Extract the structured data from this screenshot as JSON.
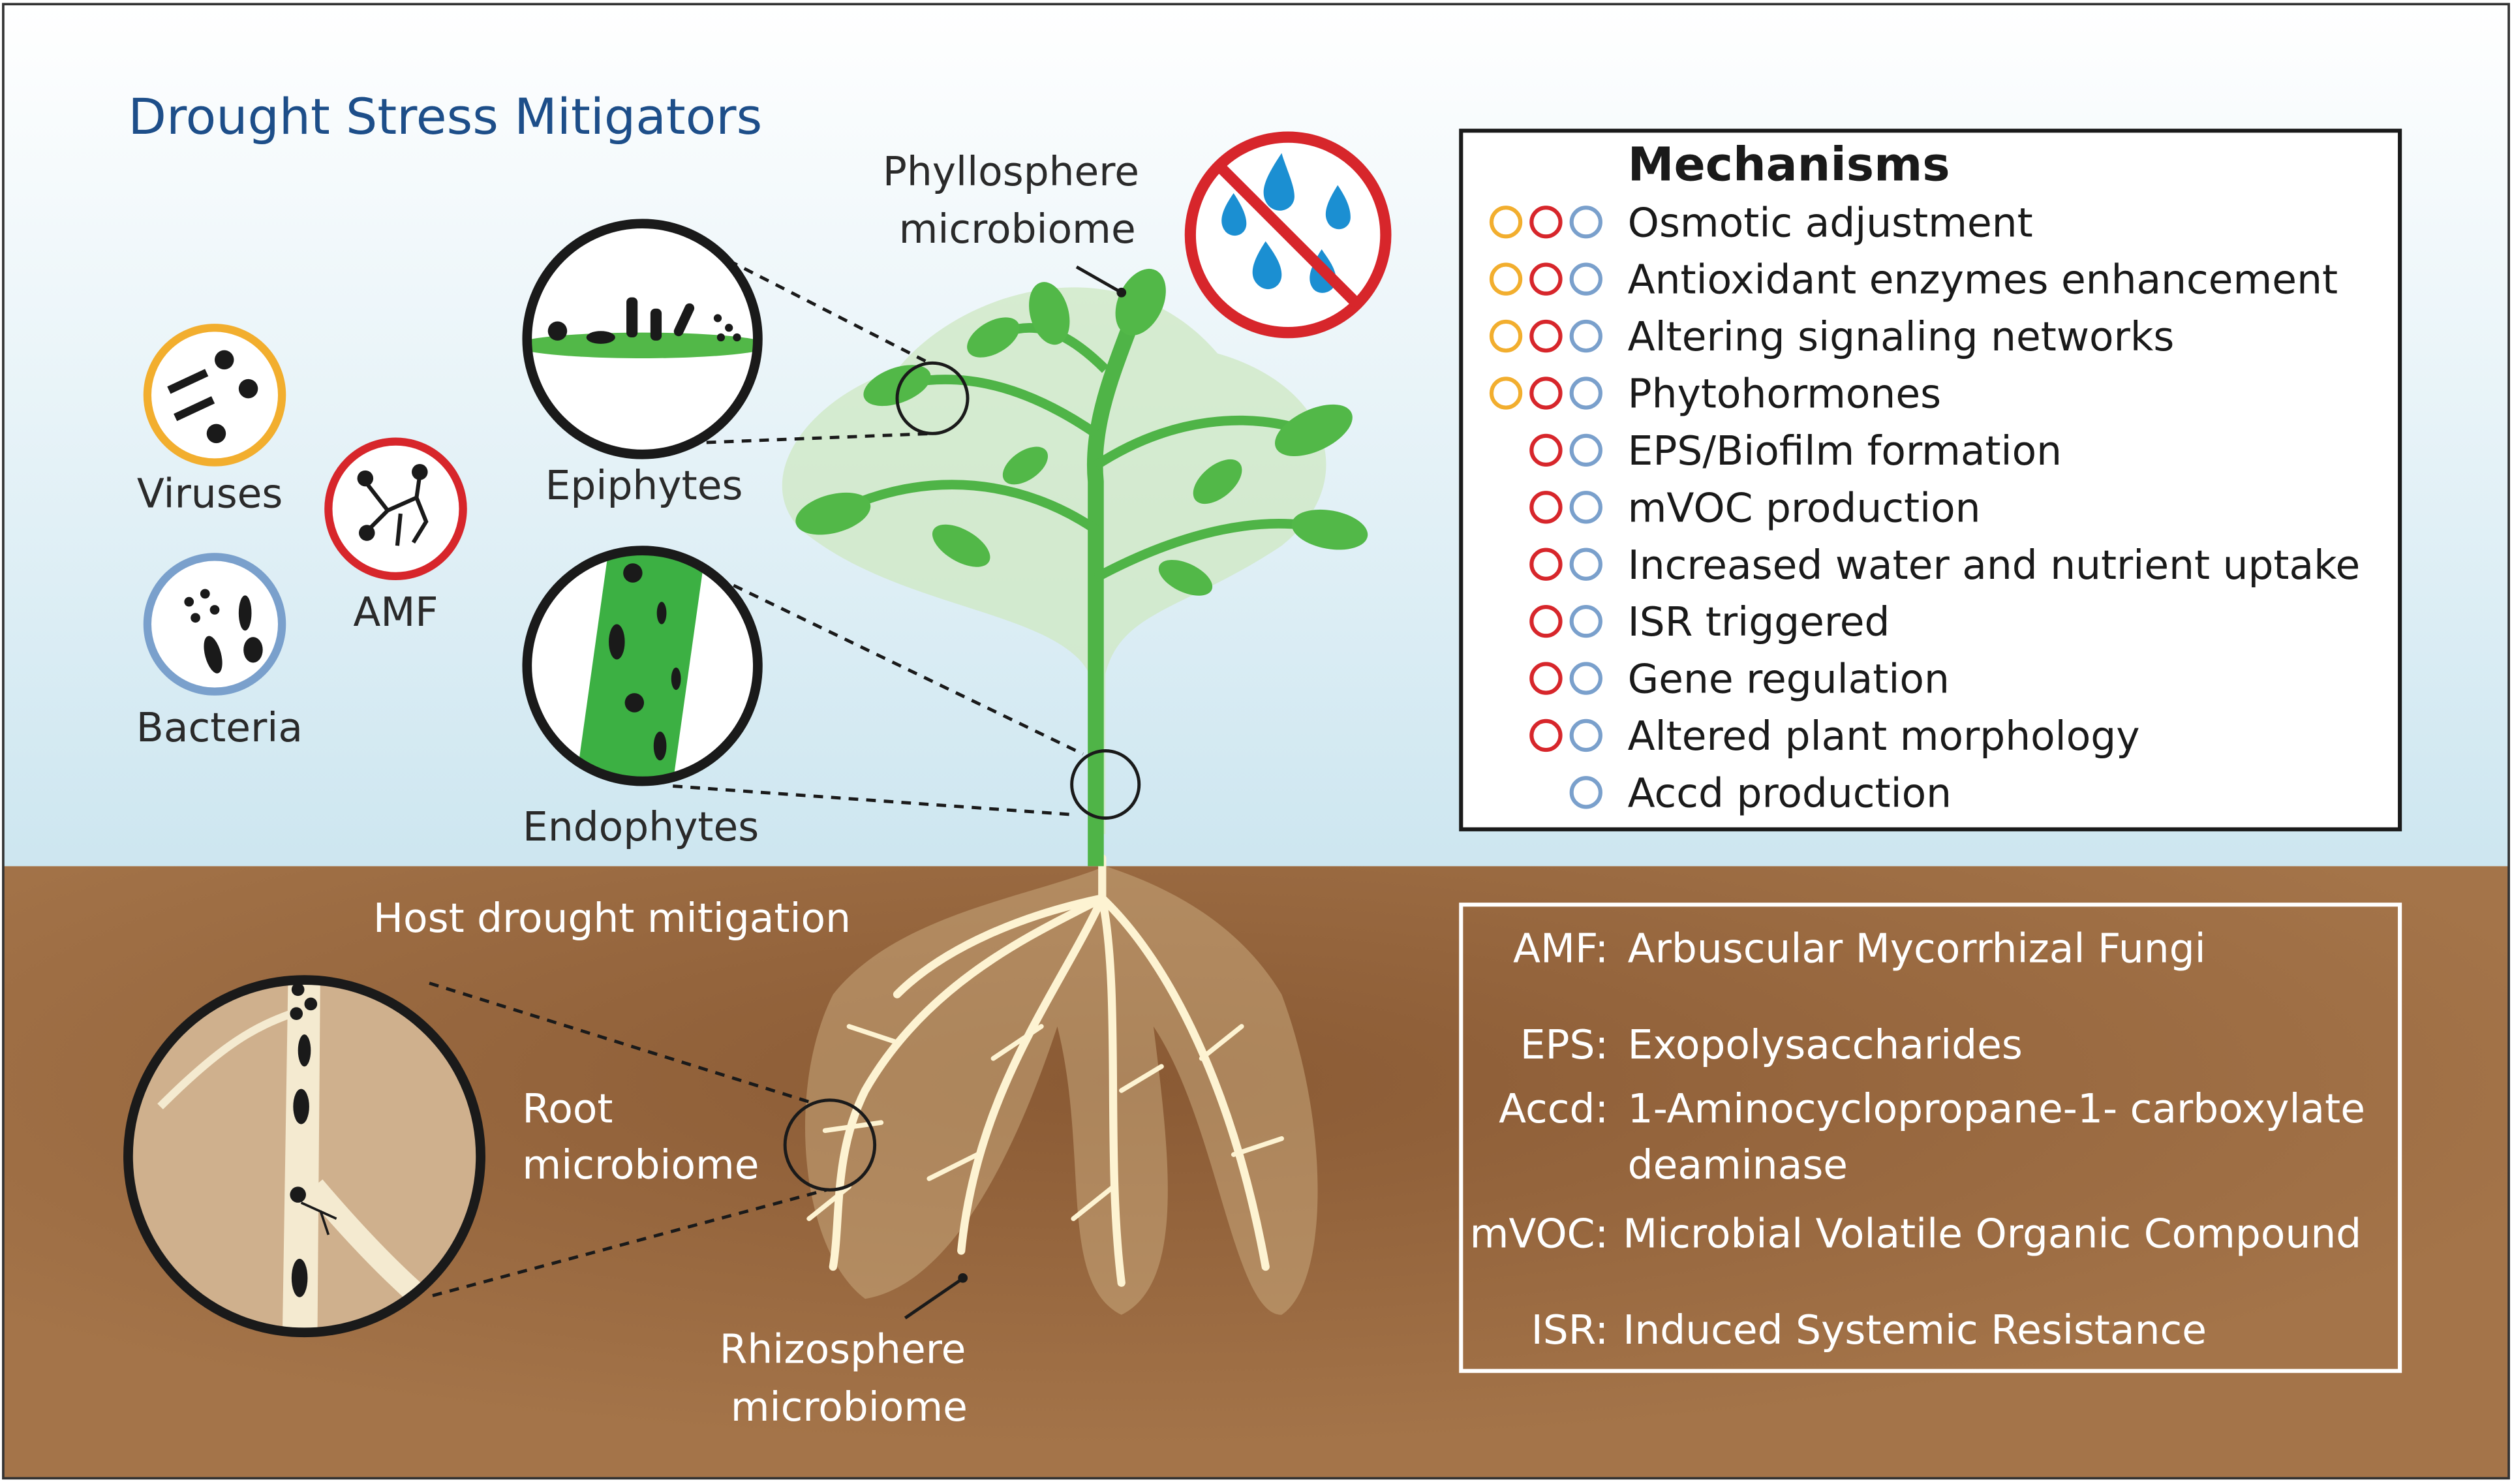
{
  "title": "Drought Stress Mitigators",
  "labels": {
    "phyllosphere": [
      "Phyllosphere",
      "microbiome"
    ],
    "epiphytes": "Epiphytes",
    "endophytes": "Endophytes",
    "viruses": "Viruses",
    "amf": "AMF",
    "bacteria": "Bacteria",
    "host_drought": "Host drought mitigation",
    "root_microbiome": [
      "Root",
      "microbiome"
    ],
    "rhizosphere": [
      "Rhizosphere",
      "microbiome"
    ]
  },
  "colors": {
    "virus": "#f2ae2e",
    "amf": "#d7262b",
    "bacteria": "#7aa0cc",
    "sky_top": "#ffffff",
    "sky_bottom": "#cfe7f1",
    "soil": "#a06e45",
    "plant": "#52b848",
    "title": "#1d4e89"
  },
  "mechanisms": {
    "heading": "Mechanisms",
    "items": [
      {
        "label": "Osmotic adjustment",
        "markers": [
          "virus",
          "amf",
          "bacteria"
        ]
      },
      {
        "label": "Antioxidant enzymes enhancement",
        "markers": [
          "virus",
          "amf",
          "bacteria"
        ]
      },
      {
        "label": "Altering signaling networks",
        "markers": [
          "virus",
          "amf",
          "bacteria"
        ]
      },
      {
        "label": "Phytohormones",
        "markers": [
          "virus",
          "amf",
          "bacteria"
        ]
      },
      {
        "label": "EPS/Biofilm formation",
        "markers": [
          "amf",
          "bacteria"
        ]
      },
      {
        "label": "mVOC production",
        "markers": [
          "amf",
          "bacteria"
        ]
      },
      {
        "label": "Increased water and nutrient uptake",
        "markers": [
          "amf",
          "bacteria"
        ]
      },
      {
        "label": "ISR triggered",
        "markers": [
          "amf",
          "bacteria"
        ]
      },
      {
        "label": "Gene regulation",
        "markers": [
          "amf",
          "bacteria"
        ]
      },
      {
        "label": "Altered plant morphology",
        "markers": [
          "amf",
          "bacteria"
        ]
      },
      {
        "label": "Accd production",
        "markers": [
          "bacteria"
        ]
      }
    ]
  },
  "abbreviations": [
    {
      "abbr": "AMF:",
      "lines": [
        "Arbuscular Mycorrhizal Fungi"
      ]
    },
    {
      "abbr": "EPS:",
      "lines": [
        "Exopolysaccharides"
      ]
    },
    {
      "abbr": "Accd:",
      "lines": [
        "1-Aminocyclopropane-1- carboxylate",
        "deaminase"
      ]
    },
    {
      "abbr": "mVOC:",
      "lines": [
        "Microbial Volatile Organic Compound"
      ]
    },
    {
      "abbr": "ISR:",
      "lines": [
        "Induced Systemic Resistance"
      ]
    }
  ]
}
